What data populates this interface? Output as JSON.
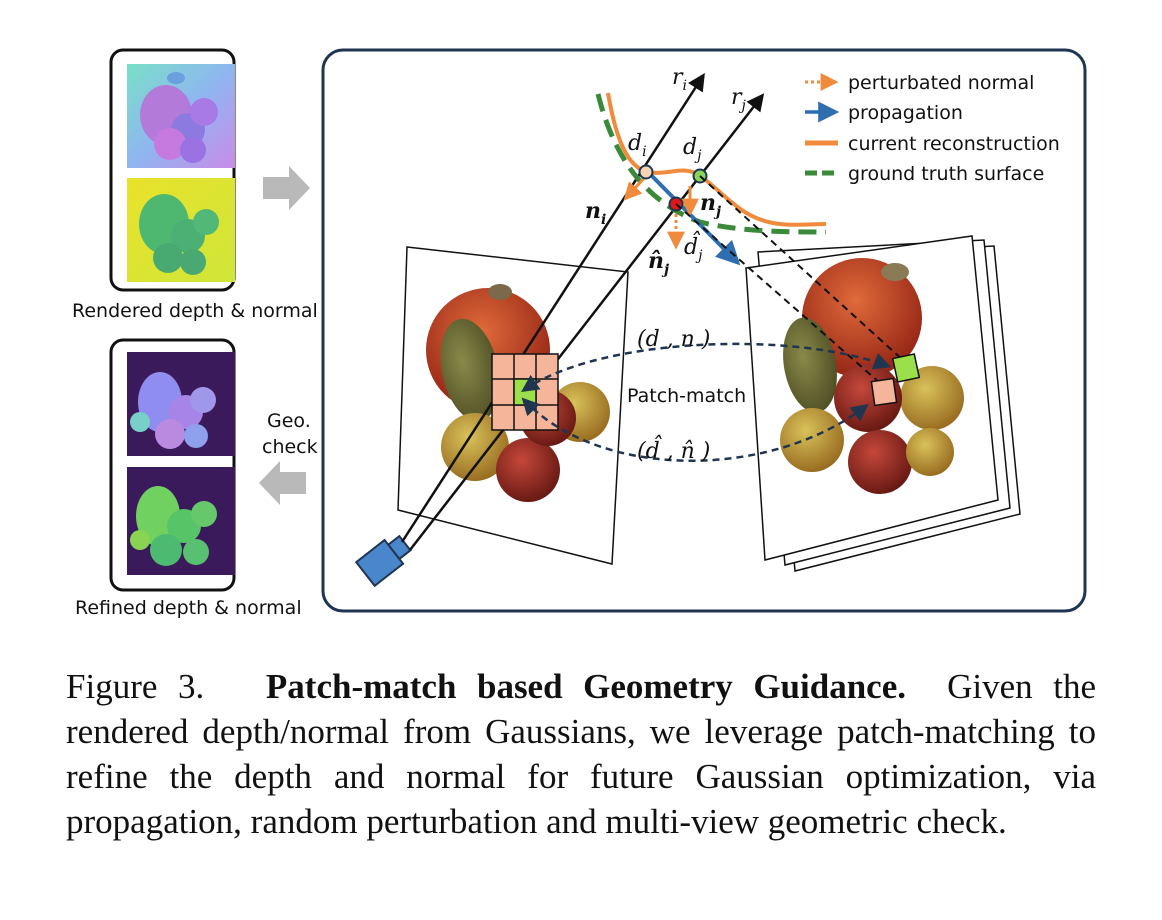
{
  "figure": {
    "left_panel": {
      "rendered_label": "Rendered depth & normal",
      "refined_label": "Refined depth & normal",
      "geo_check_label_line1": "Geo.",
      "geo_check_label_line2": "check"
    },
    "diagram": {
      "ray_i_label": "r",
      "ray_i_sub": "i",
      "ray_j_label": "r",
      "ray_j_sub": "j",
      "depth_i_label": "d",
      "depth_i_sub": "i",
      "depth_j_label": "d",
      "depth_j_sub": "j",
      "normal_i_label": "n",
      "normal_i_sub": "i",
      "normal_j_label": "n",
      "normal_j_sub": "j",
      "perturbed_depth_label": "d̂",
      "perturbed_depth_sub": "j",
      "perturbed_normal_label": "n̂",
      "perturbed_normal_sub": "j",
      "pair_label_top": "(d , n )",
      "pair_label_bottom": "(d̂ , n̂ )",
      "patch_match_label": "Patch-match"
    },
    "legend": [
      {
        "label": "perturbated normal",
        "color": "#f08a3c",
        "style": "dotted-arrow"
      },
      {
        "label": "propagation",
        "color": "#2f6fb0",
        "style": "arrow"
      },
      {
        "label": "current reconstruction",
        "color": "#f08a3c",
        "style": "line"
      },
      {
        "label": "ground truth surface",
        "color": "#3a8a3a",
        "style": "dashed"
      }
    ],
    "colors": {
      "orange": "#f08a3c",
      "green": "#3a8a3a",
      "blue": "#2f6fb0",
      "patch_fill": "#f5b59a",
      "patch_center": "#9be04a",
      "frame": "#1f3550"
    }
  },
  "caption": {
    "prefix": "Figure 3.",
    "title": "Patch-match based Geometry Guidance.",
    "body": "Given the rendered depth/normal from Gaussians, we leverage patch-matching to refine the depth and normal for future Gaussian optimization, via propagation, random perturbation and multi-view geometric check."
  }
}
